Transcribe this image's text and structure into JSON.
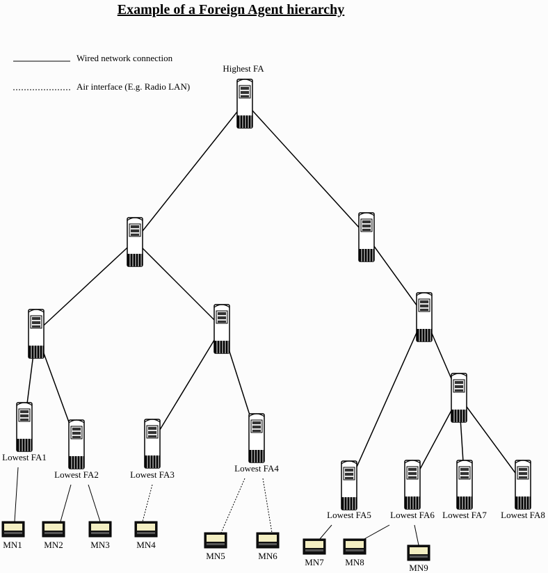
{
  "title": "Example of a Foreign Agent hierarchy",
  "legend": {
    "wired": "Wired network connection",
    "air": "Air interface (E.g. Radio LAN)"
  },
  "labels": {
    "highest_fa": "Highest FA",
    "fa1": "Lowest FA1",
    "fa2": "Lowest FA2",
    "fa3": "Lowest FA3",
    "fa4": "Lowest FA4",
    "fa5": "Lowest FA5",
    "fa6": "Lowest FA6",
    "fa7": "Lowest FA7",
    "fa8": "Lowest FA8",
    "mn1": "MN1",
    "mn2": "MN2",
    "mn3": "MN3",
    "mn4": "MN4",
    "mn5": "MN5",
    "mn6": "MN6",
    "mn7": "MN7",
    "mn8": "MN8",
    "mn9": "MN9"
  },
  "icons": {
    "agent": "server-tower-icon",
    "mobile_node": "mobile-terminal-icon"
  }
}
